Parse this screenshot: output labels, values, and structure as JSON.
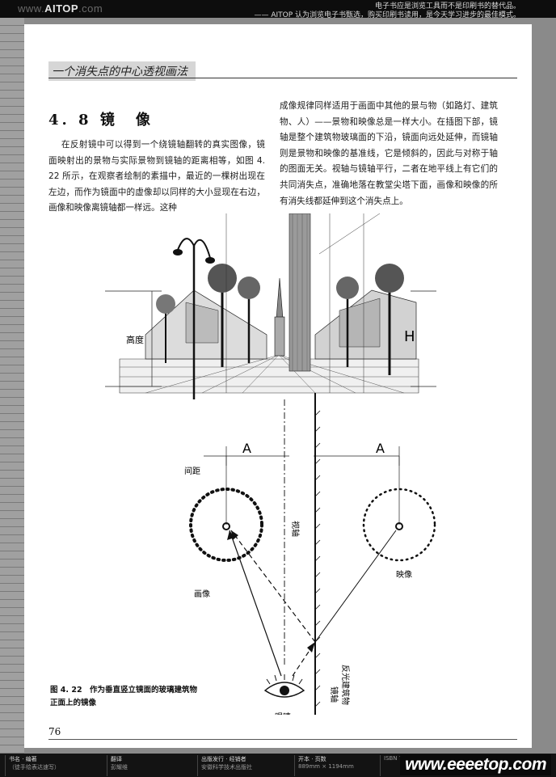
{
  "banner": {
    "logo": "AITOP",
    "logo_suffix": ".com",
    "logo_prefix": "www.",
    "note_line1": "电子书应是浏览工具而不是印刷书的替代品。",
    "note_line2": "—— AITOP 认为浏览电子书甄选，购买印刷书读用，是今天学习进步的最佳模式。"
  },
  "page": {
    "chapter_tag": "一个消失点的中心透视画法",
    "section_title": "4. 8   镜　像",
    "para_left": "在反射镜中可以得到一个绕镜轴翻转的真实图像，镜面映射出的景物与实际景物到镜轴的距离相等，如图 4. 22 所示，在观察者绘制的素描中，最近的一棵树出现在左边，而作为镜面中的虚像却以同样的大小显现在右边，画像和映像离镜轴都一样远。这种",
    "para_right": "成像规律同样适用于画面中其他的景与物（如路灯、建筑物、人）——景物和映像总是一样大小。在插图下部，镜轴是整个建筑物玻璃面的下沿，镜面向远处延伸，而镜轴则是景物和映像的基准线，它是倾斜的，因此与对称于轴的图面无关。视轴与镜轴平行，二者在地平线上有它们的共同消失点，准确地落在教堂尖塔下面，画像和映像的所有消失线都延伸到这个消失点上。",
    "caption_line1": "图 4. 22　作为垂直竖立镜面的玻璃建筑物",
    "caption_line2": "正面上的镜像",
    "page_number": "76"
  },
  "figure": {
    "label_height_left": "高度",
    "label_height_right": "H",
    "label_A_left": "A",
    "label_A_right": "A",
    "label_spacing": "间距",
    "label_view_axis": "视轴",
    "label_image": "画像",
    "label_reflection": "映像",
    "label_eye": "眼睛",
    "label_mirror_axis": "镜轴",
    "label_reflective_building": "反光建筑物"
  },
  "bottom_bar": {
    "columns": [
      {
        "head": "书名 · 编著",
        "value": "（徒手绘表达速写）"
      },
      {
        "head": "翻译",
        "value": "彭耀维"
      },
      {
        "head": "出版发行 · 经销者",
        "value": "安徽科学技术出版社"
      },
      {
        "head": "开本 · 页数",
        "value": "889mm × 1194mm"
      },
      {
        "head": "",
        "value": "ISBN 7-5337-2478-3"
      }
    ],
    "watermark": "www.eeeetop.com"
  }
}
